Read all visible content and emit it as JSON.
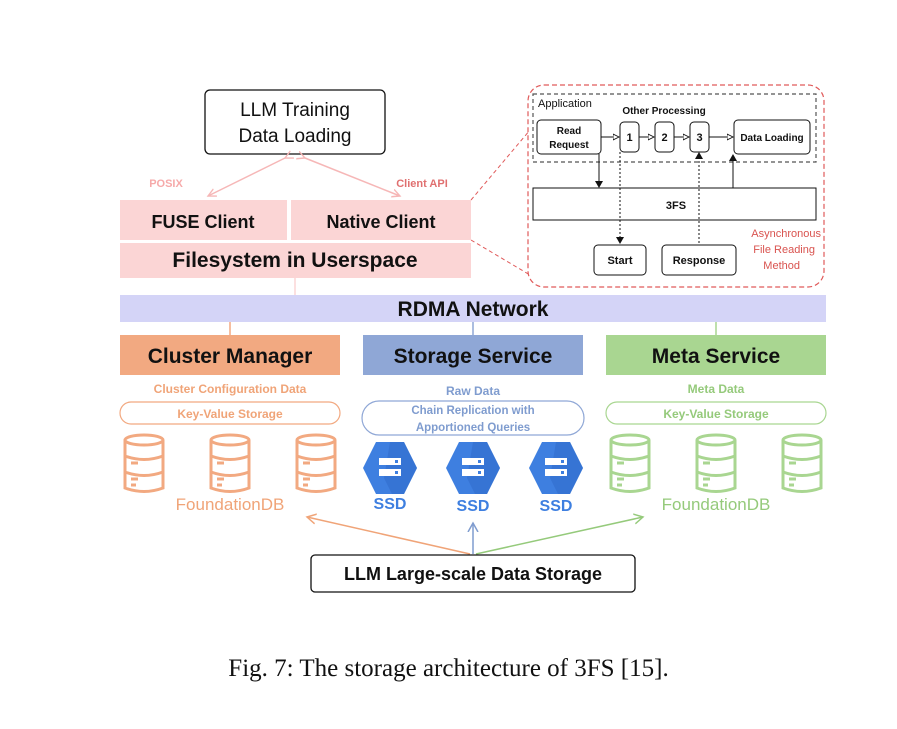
{
  "colors": {
    "pink": "#fbd5d5",
    "pink_text": "#f6a9a9",
    "red_dashed": "#e05a5a",
    "red_text": "#d9534f",
    "rdma": "#d4d4f7",
    "orange": "#f2a981",
    "orange_text": "#f0a478",
    "blue": "#8fa7d6",
    "blue_text": "#7f9ccf",
    "green": "#a9d691",
    "green_text": "#95ca7b",
    "ssd_blue": "#3e7fe0",
    "dark": "#111111"
  },
  "top_box": {
    "line1": "LLM Training",
    "line2": "Data Loading"
  },
  "labels": {
    "posix": "POSIX",
    "client_api": "Client API"
  },
  "clients": {
    "fuse": "FUSE Client",
    "native": "Native Client",
    "userspace": "Filesystem in Userspace"
  },
  "rdma": "RDMA Network",
  "inset": {
    "application": "Application",
    "other_processing": "Other Processing",
    "read_request_1": "Read",
    "read_request_2": "Request",
    "step1": "1",
    "step2": "2",
    "step3": "3",
    "data_loading": "Data Loading",
    "fs": "3FS",
    "start": "Start",
    "response": "Response",
    "async_1": "Asynchronous",
    "async_2": "File Reading",
    "async_3": "Method"
  },
  "columns": {
    "cluster": {
      "title": "Cluster Manager",
      "data": "Cluster Configuration Data",
      "kv": "Key-Value Storage",
      "db": "FoundationDB",
      "icon": "database-icon"
    },
    "storage": {
      "title": "Storage Service",
      "data": "Raw Data",
      "chain_1": "Chain Replication with",
      "chain_2": "Apportioned Queries",
      "ssd": "SSD",
      "icon": "ssd-icon"
    },
    "meta": {
      "title": "Meta Service",
      "data": "Meta Data",
      "kv": "Key-Value Storage",
      "db": "FoundationDB",
      "icon": "database-icon"
    }
  },
  "bottom_box": "LLM Large-scale Data Storage",
  "caption": "Fig. 7: The storage architecture of 3FS [15]."
}
